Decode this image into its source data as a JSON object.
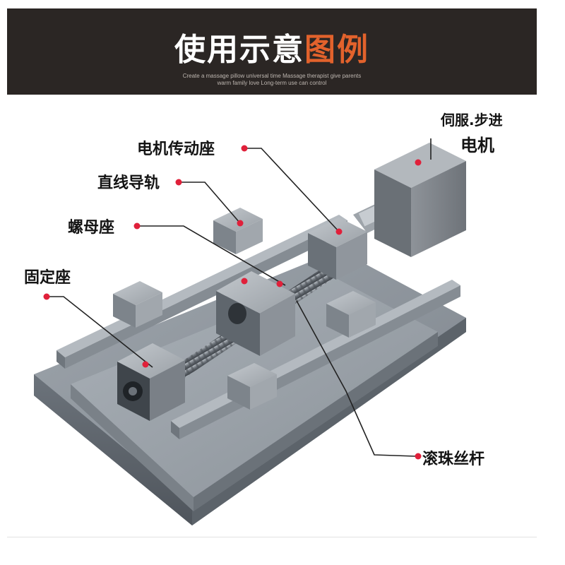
{
  "banner": {
    "title_main": "使用示意",
    "title_accent": "图例",
    "subtitle_line1": "Create a massage pillow universal time Massage therapist give parents",
    "subtitle_line2": "warm family love Long-term use can control"
  },
  "labels": {
    "motor_line1": "伺服.步进",
    "motor_line2": "电机",
    "motor_mount": "电机传动座",
    "linear_rail": "直线导轨",
    "nut_seat": "螺母座",
    "fixed_seat": "固定座",
    "ball_screw": "滚珠丝杆"
  },
  "colors": {
    "banner_bg": "#2b2624",
    "accent": "#e2622c",
    "marker": "#e0203a"
  }
}
